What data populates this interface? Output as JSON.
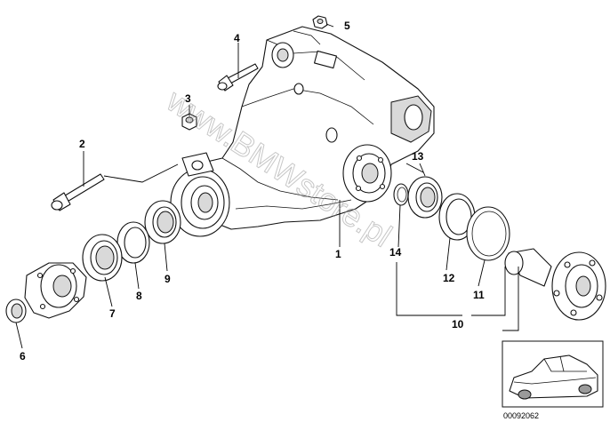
{
  "watermark": "www.BMWstore.pl",
  "diagram_code": "00092062",
  "callouts": [
    "1",
    "2",
    "3",
    "4",
    "5",
    "6",
    "7",
    "8",
    "9",
    "10",
    "11",
    "12",
    "13",
    "14"
  ]
}
